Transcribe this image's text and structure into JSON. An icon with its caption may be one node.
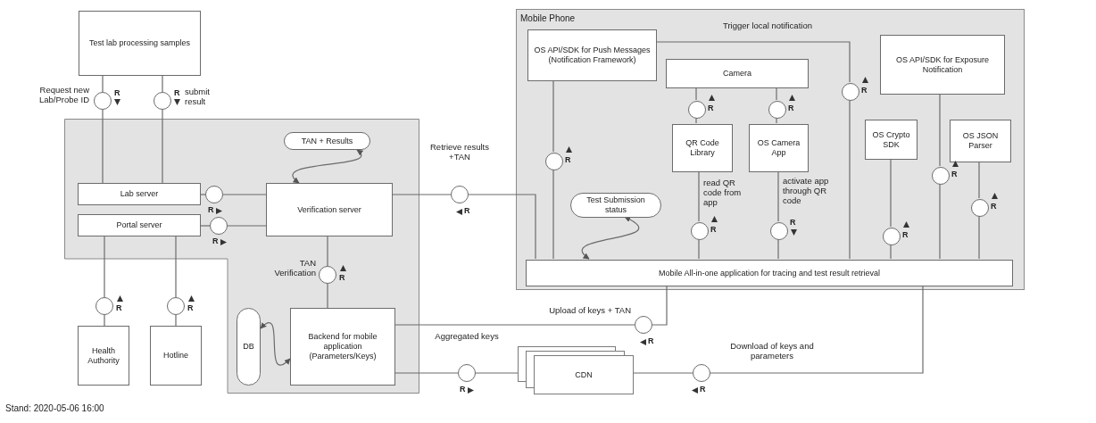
{
  "diagram": {
    "nodes": [
      {
        "text": [
          "Test lab processing samples"
        ]
      },
      {
        "text": [],
        "shape": "circle",
        "beside": [
          "Request new Lab/Probe ID",
          "R"
        ]
      },
      {
        "text": [],
        "shape": "circle",
        "beside": [
          "R",
          "submit result"
        ]
      },
      {
        "text": [],
        "shape": "box"
      },
      {
        "text": [
          "Lab server"
        ],
        "in": 3
      },
      {
        "text": [
          "Portal server"
        ],
        "in": 3
      },
      {
        "text": [],
        "shape": "circle",
        "in": 3,
        "beside": [
          "R"
        ]
      },
      {
        "text": [],
        "shape": "circle",
        "in": 3,
        "beside": [
          "R"
        ]
      },
      {
        "text": [
          "TAN + Results"
        ],
        "in": 3
      },
      {
        "text": [
          "Verification server"
        ],
        "in": 3
      },
      {
        "text": [],
        "shape": "circle",
        "in": 3,
        "beside": [
          "TAN Verification",
          "R"
        ]
      },
      {
        "text": [
          "DB"
        ],
        "in": 3
      },
      {
        "text": [
          "Backend for mobile application (Parameters/Keys)"
        ],
        "in": 3
      },
      {
        "text": [],
        "shape": "circle",
        "beside": [
          "R"
        ]
      },
      {
        "text": [],
        "shape": "circle",
        "beside": [
          "R"
        ]
      },
      {
        "text": [
          "Health Authority"
        ]
      },
      {
        "text": [
          "Hotline"
        ]
      },
      {
        "text": [],
        "shape": "circle",
        "beside": [
          "Retrieve results +TAN",
          "R"
        ]
      },
      {
        "text": [],
        "shape": "circle",
        "beside": [
          "Upload of keys + TAN",
          "R"
        ]
      },
      {
        "text": [],
        "shape": "circle",
        "beside": [
          "Aggregated keys",
          "R"
        ]
      },
      {
        "text": [
          "CDN"
        ]
      },
      {
        "text": [],
        "shape": "circle",
        "beside": [
          "Download of keys and parameters",
          "R"
        ]
      },
      {
        "text": [
          "Mobile Phone"
        ]
      },
      {
        "text": [
          "OS API/SDK for Push Messages (Notification Framework)"
        ],
        "in": 22
      },
      {
        "text": [
          "Camera"
        ],
        "in": 22
      },
      {
        "text": [],
        "shape": "circle",
        "in": 22,
        "beside": [
          "R"
        ]
      },
      {
        "text": [],
        "shape": "circle",
        "in": 22,
        "beside": [
          "R"
        ]
      },
      {
        "text": [
          "QR Code Library"
        ],
        "in": 22
      },
      {
        "text": [
          "OS Camera App"
        ],
        "in": 22
      },
      {
        "text": [],
        "shape": "circle",
        "in": 22,
        "beside": [
          "R"
        ]
      },
      {
        "text": [
          "OS API/SDK for Exposure Notification"
        ],
        "in": 22
      },
      {
        "text": [
          "OS Crypto SDK"
        ],
        "in": 22
      },
      {
        "text": [
          "OS JSON Parser"
        ],
        "in": 22
      },
      {
        "text": [],
        "shape": "circle",
        "in": 22,
        "beside": [
          "R"
        ]
      },
      {
        "text": [],
        "shape": "circle",
        "in": 22,
        "beside": [
          "R"
        ]
      },
      {
        "text": [],
        "shape": "circle",
        "in": 22,
        "beside": [
          "R"
        ]
      },
      {
        "text": [],
        "shape": "circle",
        "in": 22,
        "beside": [
          "R"
        ]
      },
      {
        "text": [
          "Test Submission status"
        ],
        "in": 22
      },
      {
        "text": [],
        "shape": "circle",
        "in": 22,
        "beside": [
          "R"
        ]
      },
      {
        "text": [],
        "shape": "circle",
        "in": 22,
        "beside": [
          "R"
        ]
      },
      {
        "text": [
          "Mobile All-in-one application for tracing and test result retrieval"
        ],
        "in": 22
      }
    ],
    "edges": [
      {
        "from": 0,
        "to": 1,
        "arrow": "none"
      },
      {
        "from": 1,
        "to": 4,
        "arrow": "none"
      },
      {
        "from": 0,
        "to": 2,
        "arrow": "none"
      },
      {
        "from": 2,
        "to": 4,
        "arrow": "none"
      },
      {
        "from": 4,
        "to": 6,
        "arrow": "none"
      },
      {
        "from": 6,
        "to": 9,
        "arrow": "none"
      },
      {
        "from": 5,
        "to": 7,
        "arrow": "none"
      },
      {
        "from": 7,
        "to": 9,
        "arrow": "none"
      },
      {
        "from": 9,
        "to": 8,
        "arrow": "both"
      },
      {
        "from": 9,
        "to": 10,
        "arrow": "none"
      },
      {
        "from": 10,
        "to": 12,
        "arrow": "none"
      },
      {
        "from": 11,
        "to": 12,
        "arrow": "both"
      },
      {
        "from": 5,
        "to": 13,
        "arrow": "none"
      },
      {
        "from": 13,
        "to": 15,
        "arrow": "none"
      },
      {
        "from": 5,
        "to": 14,
        "arrow": "none"
      },
      {
        "from": 14,
        "to": 16,
        "arrow": "none"
      },
      {
        "from": 9,
        "to": 17,
        "arrow": "none"
      },
      {
        "from": 17,
        "to": 40,
        "arrow": "none"
      },
      {
        "from": 12,
        "to": 18,
        "arrow": "none"
      },
      {
        "from": 18,
        "to": 40,
        "arrow": "none"
      },
      {
        "from": 12,
        "to": 19,
        "arrow": "none"
      },
      {
        "from": 19,
        "to": 20,
        "arrow": "none"
      },
      {
        "from": 20,
        "to": 21,
        "arrow": "none"
      },
      {
        "from": 21,
        "to": 40,
        "arrow": "none"
      },
      {
        "from": 23,
        "to": 36,
        "arrow": "none"
      },
      {
        "from": 36,
        "to": 40,
        "arrow": "none"
      },
      {
        "from": 23,
        "to": 29,
        "arrow": "none"
      },
      {
        "from": 29,
        "to": 40,
        "arrow": "none"
      },
      {
        "from": 24,
        "to": 25,
        "arrow": "none"
      },
      {
        "from": 25,
        "to": 27,
        "arrow": "none"
      },
      {
        "from": 24,
        "to": 26,
        "arrow": "none"
      },
      {
        "from": 26,
        "to": 28,
        "arrow": "none"
      },
      {
        "from": 27,
        "to": 38,
        "arrow": "none"
      },
      {
        "from": 38,
        "to": 40,
        "arrow": "none"
      },
      {
        "from": 28,
        "to": 39,
        "arrow": "none"
      },
      {
        "from": 39,
        "to": 40,
        "arrow": "none"
      },
      {
        "from": 31,
        "to": 33,
        "arrow": "none"
      },
      {
        "from": 33,
        "to": 40,
        "arrow": "none"
      },
      {
        "from": 30,
        "to": 34,
        "arrow": "none"
      },
      {
        "from": 34,
        "to": 40,
        "arrow": "none"
      },
      {
        "from": 32,
        "to": 35,
        "arrow": "none"
      },
      {
        "from": 35,
        "to": 40,
        "arrow": "none"
      },
      {
        "from": 37,
        "to": 40,
        "arrow": "both"
      }
    ],
    "labels": [
      "Trigger local notification",
      "read QR code from app",
      "activate app through QR code",
      "Stand: 2020-05-06 16:00"
    ]
  }
}
